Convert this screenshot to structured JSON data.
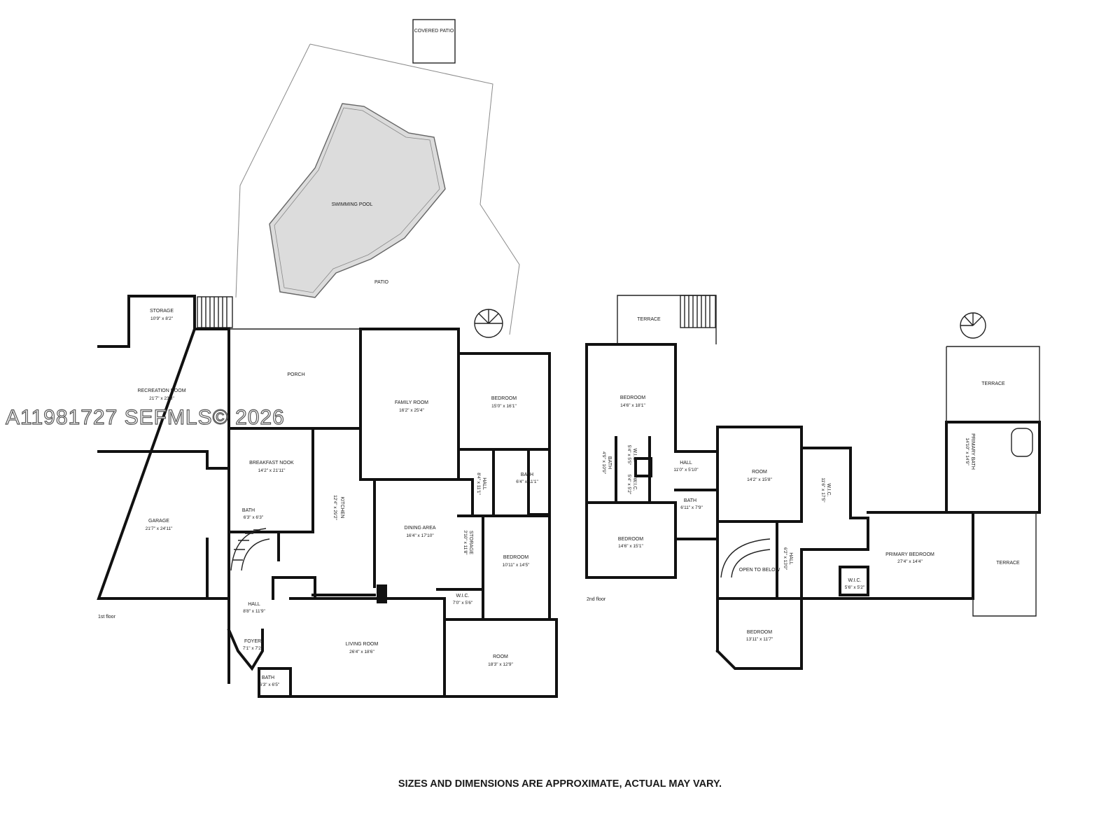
{
  "watermark": "A11981727  SEFMLS© 2026",
  "disclaimer": "SIZES AND DIMENSIONS ARE APPROXIMATE, ACTUAL MAY VARY.",
  "floors": {
    "first": "1st floor",
    "second": "2nd floor"
  },
  "rooms": {
    "covered_patio": {
      "name": "COVERED PATIO"
    },
    "swimming_pool": {
      "name": "SWIMMING POOL"
    },
    "patio": {
      "name": "PATIO"
    },
    "storage": {
      "name": "STORAGE",
      "dim": "10'9\" x 8'2\""
    },
    "recreation_room": {
      "name": "RECREATION ROOM",
      "dim": "21'7\" x 23'3\""
    },
    "porch": {
      "name": "PORCH"
    },
    "family_room": {
      "name": "FAMILY ROOM",
      "dim": "16'2\" x 25'4\""
    },
    "bedroom_1": {
      "name": "BEDROOM",
      "dim": "15'0\" x 16'1\""
    },
    "breakfast_nook": {
      "name": "BREAKFAST NOOK",
      "dim": "14'2\" x 21'11\""
    },
    "kitchen": {
      "name": "KITCHEN",
      "dim": "12'4\" x 29'2\""
    },
    "garage": {
      "name": "GARAGE",
      "dim": "21'7\" x 24'11\""
    },
    "bath_1": {
      "name": "BATH",
      "dim": "6'3\" x 6'3\""
    },
    "hall_1": {
      "name": "HALL",
      "dim": "8'4\" x 11'1\""
    },
    "bath_2": {
      "name": "BATH",
      "dim": "6'4\" x 11'1\""
    },
    "dining_area": {
      "name": "DINING AREA",
      "dim": "16'4\" x 17'10\""
    },
    "storage_2": {
      "name": "STORAGE",
      "dim": "3'10\" x 11'8\""
    },
    "bedroom_2": {
      "name": "BEDROOM",
      "dim": "10'11\" x 14'5\""
    },
    "wic_1": {
      "name": "W.I.C.",
      "dim": "7'0\" x 5'6\""
    },
    "hall_2": {
      "name": "HALL",
      "dim": "8'8\" x 11'9\""
    },
    "foyer": {
      "name": "FOYER",
      "dim": "7'1\" x 7'2\""
    },
    "bath_3": {
      "name": "BATH",
      "dim": "6'3\" x 6'5\""
    },
    "living_room": {
      "name": "LIVING ROOM",
      "dim": "26'4\" x 18'6\""
    },
    "room_1": {
      "name": "ROOM",
      "dim": "18'3\" x 12'9\""
    },
    "terrace_1": {
      "name": "TERRACE"
    },
    "bedroom_3": {
      "name": "BEDROOM",
      "dim": "14'6\" x 18'1\""
    },
    "bath_4": {
      "name": "BATH",
      "dim": "4'9\" x 10'9\""
    },
    "wic_2": {
      "name": "W.I.C.",
      "dim": "5'4\" x 5'5\""
    },
    "wic_3": {
      "name": "W.I.C.",
      "dim": "5'4\" x 5'2\""
    },
    "hall_3": {
      "name": "HALL",
      "dim": "11'0\" x 5'10\""
    },
    "bath_5": {
      "name": "BATH",
      "dim": "6'11\" x 7'9\""
    },
    "bedroom_4": {
      "name": "BEDROOM",
      "dim": "14'6\" x 15'1\""
    },
    "room_2": {
      "name": "ROOM",
      "dim": "14'2\" x 15'8\""
    },
    "wic_4": {
      "name": "W.I.C.",
      "dim": "11'6\" x 17'5\""
    },
    "hall_4": {
      "name": "HALL",
      "dim": "6'2\" x 13'0\""
    },
    "open_to_below": {
      "name": "OPEN TO BELOW"
    },
    "bedroom_5": {
      "name": "BEDROOM",
      "dim": "13'11\" x 11'7\""
    },
    "terrace_2": {
      "name": "TERRACE"
    },
    "primary_bath": {
      "name": "PRIMARY BATH",
      "dim": "14'10\" x 14'9\""
    },
    "primary_bedroom": {
      "name": "PRIMARY BEDROOM",
      "dim": "27'4\" x 14'4\""
    },
    "wic_5": {
      "name": "W.I.C.",
      "dim": "5'6\" x 5'2\""
    },
    "terrace_3": {
      "name": "TERRACE"
    }
  }
}
